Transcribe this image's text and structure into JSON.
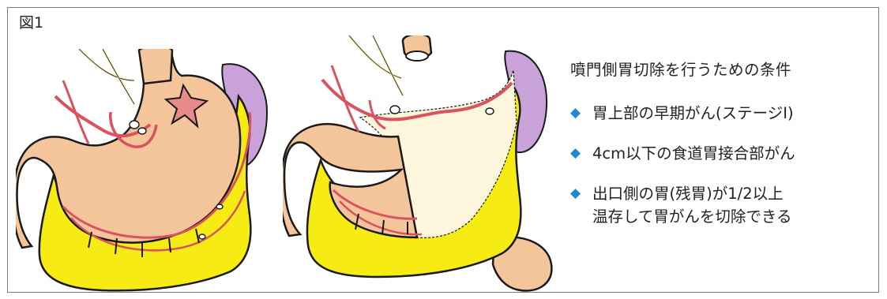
{
  "figure": {
    "label": "図1"
  },
  "panel": {
    "heading": "噴門側胃切除を行うための条件",
    "items": [
      {
        "icon": "diamond-bullet-icon",
        "text": "胃上部の早期がん(ステージI)"
      },
      {
        "icon": "diamond-bullet-icon",
        "text": "4cm以下の食道胃接合部がん"
      },
      {
        "icon": "diamond-bullet-icon",
        "text": "出口側の胃(残胃)が1/2以上\n温存して胃がんを切除できる"
      }
    ]
  },
  "colors": {
    "stomach": "#f4c49a",
    "omentum_fat": "#f6ec14",
    "spleen": "#c8a2d8",
    "vessel": "#d9535e",
    "nerve": "#f5e7a6",
    "tumor": "#e88a8a",
    "resected_area": "#fdf6dc",
    "bullet": "#1f8ad0",
    "outline": "#1a1a1a"
  },
  "illustrations": [
    {
      "name": "stomach-before-resection-illustration"
    },
    {
      "name": "stomach-after-proximal-gastrectomy-illustration"
    }
  ]
}
